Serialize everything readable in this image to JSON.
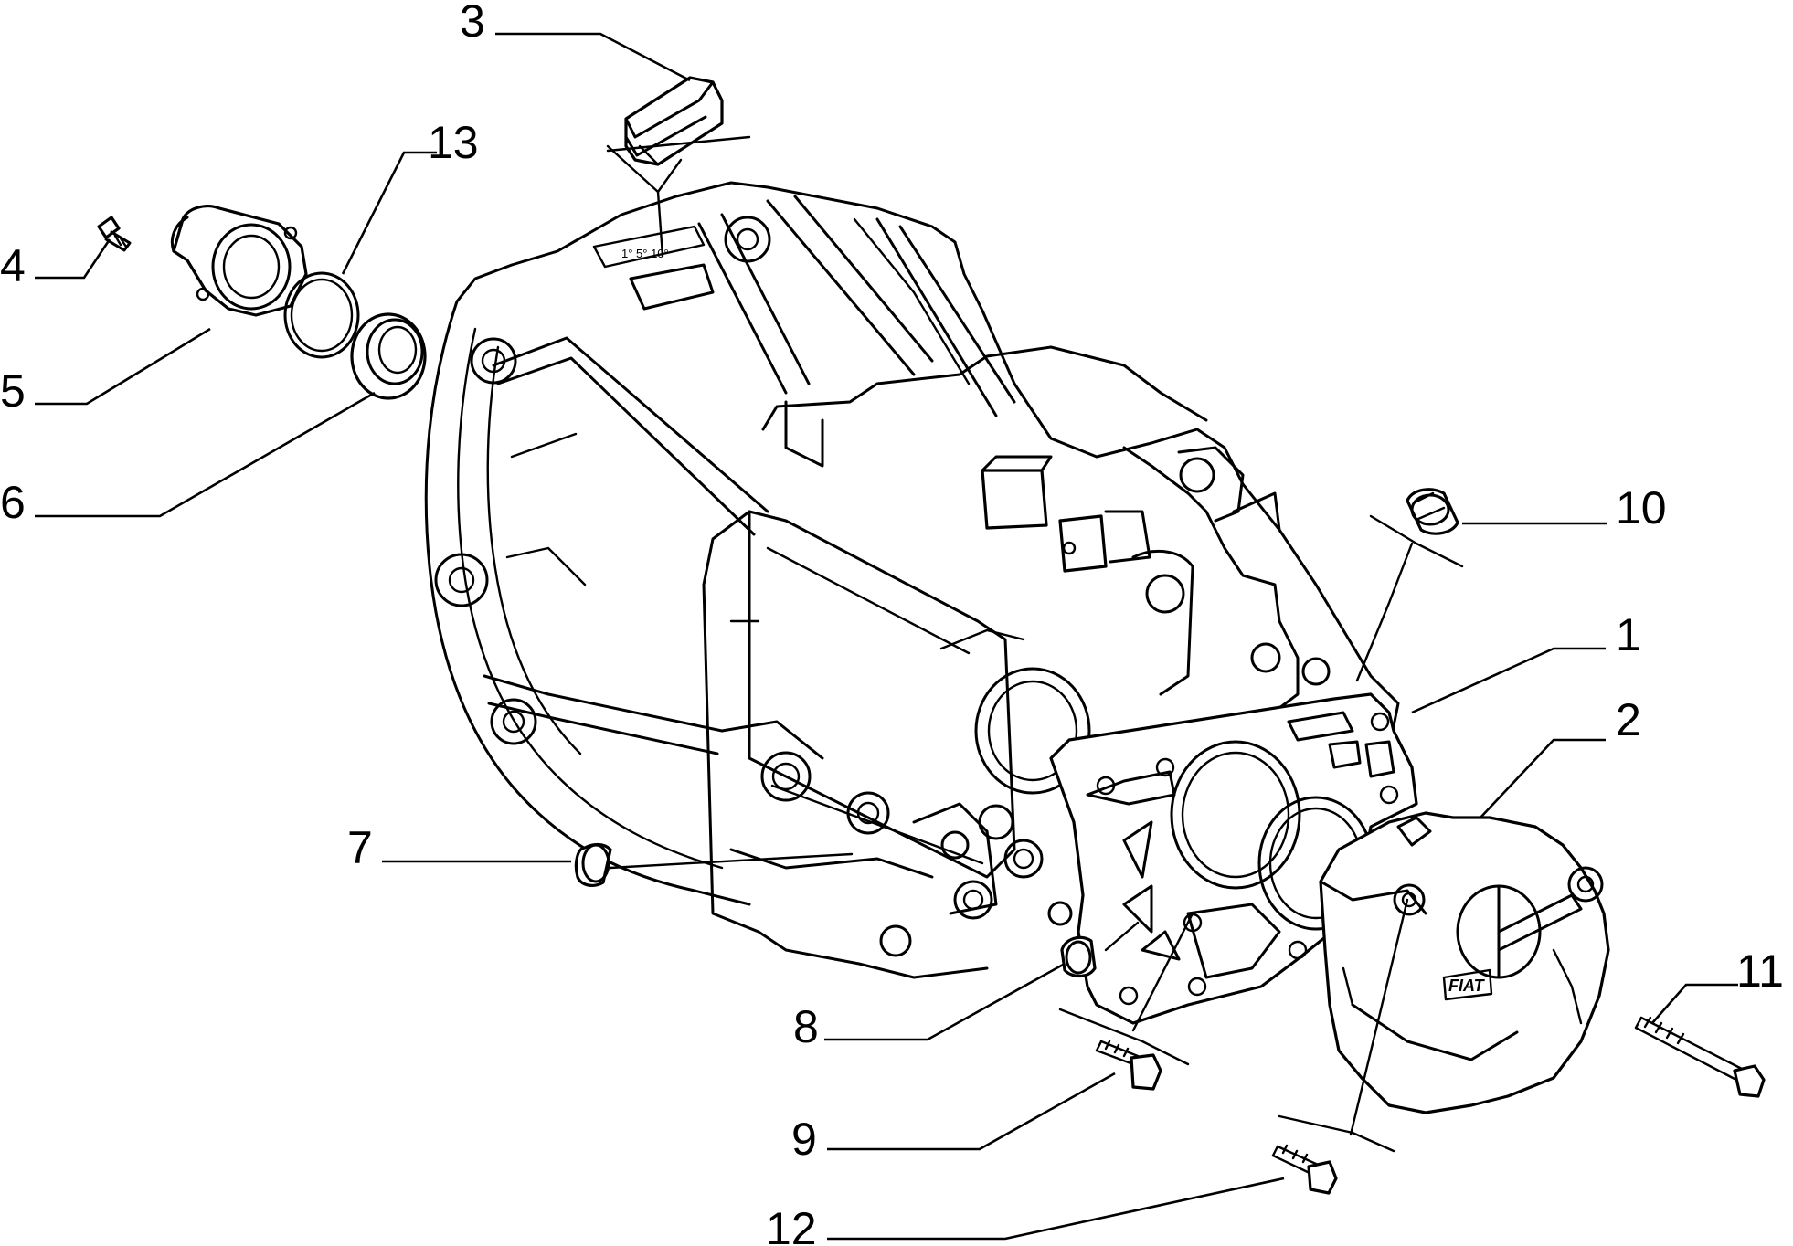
{
  "callouts": {
    "c1": "1",
    "c2": "2",
    "c3": "3",
    "c4": "4",
    "c5": "5",
    "c6": "6",
    "c7": "7",
    "c8": "8",
    "c9": "9",
    "c10": "10",
    "c11": "11",
    "c12": "12",
    "c13": "13"
  },
  "stamp": {
    "marks": "1° 5° 10°",
    "logo": "FIAT"
  },
  "colors": {
    "ink": "#000000",
    "paper": "#ffffff"
  }
}
